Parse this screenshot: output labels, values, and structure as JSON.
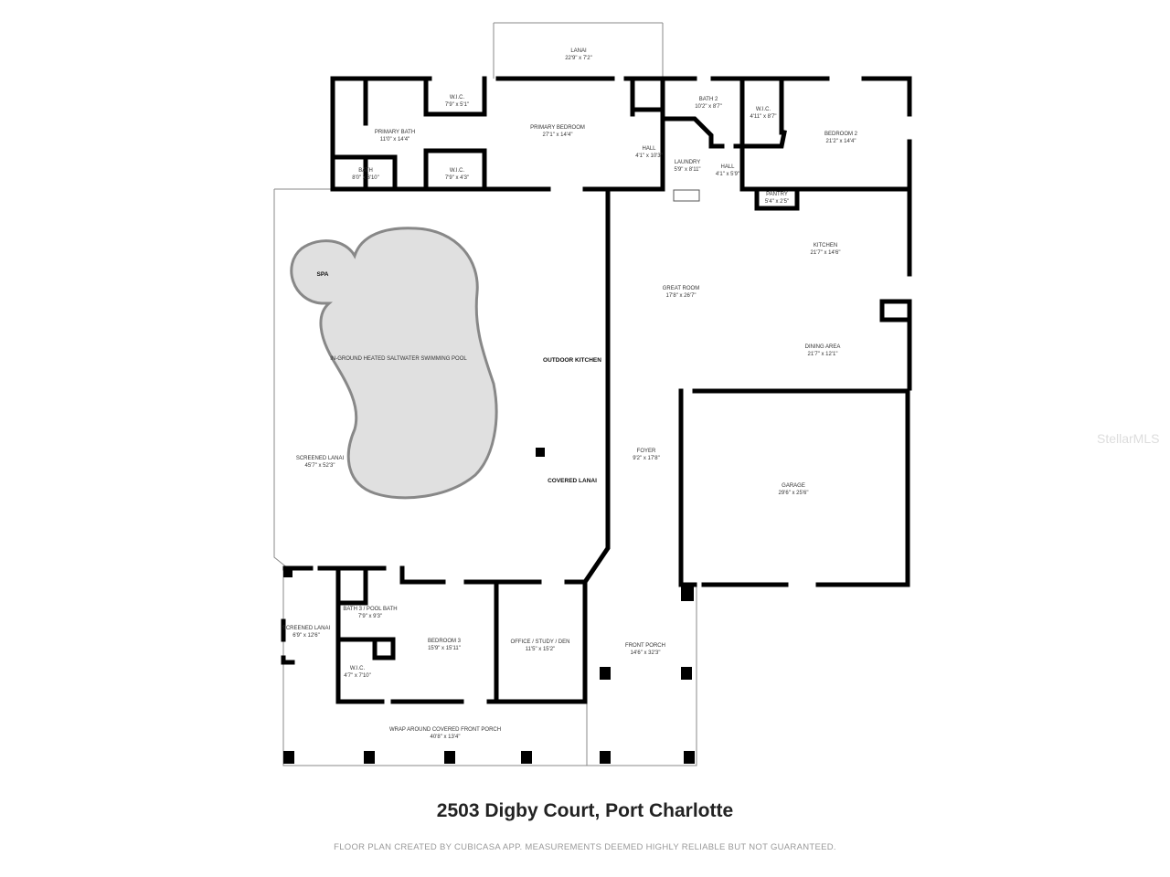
{
  "title": "2503 Digby Court, Port Charlotte",
  "disclaimer": "FLOOR PLAN CREATED BY CUBICASA APP. MEASUREMENTS DEEMED HIGHLY RELIABLE BUT NOT GUARANTEED.",
  "watermark": "StellarMLS",
  "rooms": [
    {
      "name": "LANAI",
      "size": "22'9\" x 7'2\""
    },
    {
      "name": "W.I.C.",
      "size": "7'9\" x 5'1\""
    },
    {
      "name": "PRIMARY BATH",
      "size": "11'0\" x 14'4\""
    },
    {
      "name": "PRIMARY BEDROOM",
      "size": "27'1\" x 14'4\""
    },
    {
      "name": "BATH",
      "size": "8'0\" x 3'10\""
    },
    {
      "name": "W.I.C.",
      "size": "7'9\" x 4'3\""
    },
    {
      "name": "HALL",
      "size": "4'1\" x 10'3\""
    },
    {
      "name": "BATH 2",
      "size": "10'2\" x 8'7\""
    },
    {
      "name": "LAUNDRY",
      "size": "5'9\" x 8'11\""
    },
    {
      "name": "HALL",
      "size": "4'1\" x 5'9\""
    },
    {
      "name": "W.I.C.",
      "size": "4'11\" x 8'7\""
    },
    {
      "name": "BEDROOM 2",
      "size": "21'2\" x 14'4\""
    },
    {
      "name": "PANTRY",
      "size": "5'4\" x 2'5\""
    },
    {
      "name": "KITCHEN",
      "size": "21'7\" x 14'6\""
    },
    {
      "name": "GREAT ROOM",
      "size": "17'8\" x 26'7\""
    },
    {
      "name": "DINING AREA",
      "size": "21'7\" x 12'1\""
    },
    {
      "name": "FOYER",
      "size": "9'2\" x 17'8\""
    },
    {
      "name": "GARAGE",
      "size": "29'6\" x 25'6\""
    },
    {
      "name": "SCREENED LANAI",
      "size": "45'7\" x 52'3\""
    },
    {
      "name": "SCREENED LANAI",
      "size": "6'9\" x 12'6\""
    },
    {
      "name": "BATH 3 / POOL BATH",
      "size": "7'9\" x 9'3\""
    },
    {
      "name": "W.I.C.",
      "size": "4'7\" x 7'10\""
    },
    {
      "name": "BEDROOM 3",
      "size": "15'9\" x 15'11\""
    },
    {
      "name": "OFFICE / STUDY / DEN",
      "size": "11'5\" x 15'2\""
    },
    {
      "name": "FRONT PORCH",
      "size": "14'6\" x 32'3\""
    },
    {
      "name": "WRAP AROUND COVERED FRONT PORCH",
      "size": "40'8\" x 13'4\""
    }
  ],
  "features": {
    "spa": "SPA",
    "pool": "IN-GROUND HEATED SALTWATER SWIMMING POOL",
    "outdoor_kitchen": "OUTDOOR KITCHEN",
    "covered_lanai": "COVERED LANAI"
  },
  "colors": {
    "walls": "#000000",
    "pool": "#e0e0e0"
  }
}
